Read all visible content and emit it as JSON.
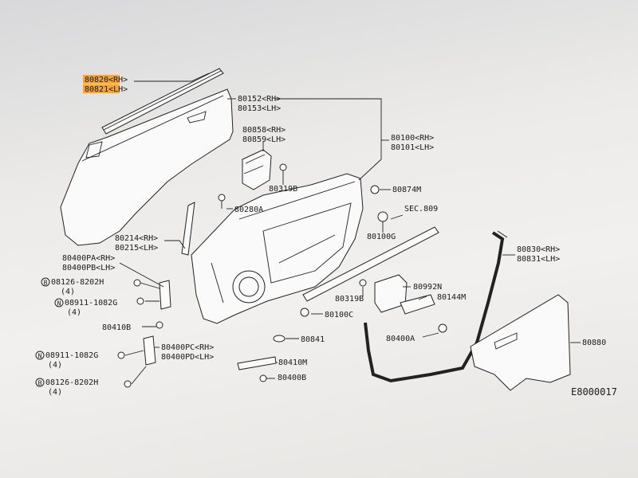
{
  "diagram": {
    "code": "E8000017",
    "labels": [
      {
        "id": "lbl-80820",
        "text": "80820<RH>",
        "highlighted": true
      },
      {
        "id": "lbl-80821",
        "text": "80821<LH>",
        "highlighted": true
      },
      {
        "id": "lbl-80152",
        "text": "80152<RH>"
      },
      {
        "id": "lbl-80153",
        "text": "80153<LH>"
      },
      {
        "id": "lbl-80858",
        "text": "80858<RH>"
      },
      {
        "id": "lbl-80859",
        "text": "80859<LH>"
      },
      {
        "id": "lbl-80319b-top",
        "text": "80319B"
      },
      {
        "id": "lbl-80100",
        "text": "80100<RH>"
      },
      {
        "id": "lbl-80101",
        "text": "80101<LH>"
      },
      {
        "id": "lbl-80874m",
        "text": "80874M"
      },
      {
        "id": "lbl-80280a",
        "text": "80280A"
      },
      {
        "id": "lbl-sec809",
        "text": "SEC.809"
      },
      {
        "id": "lbl-80100g",
        "text": "80100G"
      },
      {
        "id": "lbl-80214",
        "text": "80214<RH>"
      },
      {
        "id": "lbl-80215",
        "text": "80215<LH>"
      },
      {
        "id": "lbl-80830",
        "text": "80830<RH>"
      },
      {
        "id": "lbl-80831",
        "text": "80831<LH>"
      },
      {
        "id": "lbl-80400pa",
        "text": "80400PA<RH>"
      },
      {
        "id": "lbl-80400pb",
        "text": "80400PB<LH>"
      },
      {
        "id": "lbl-08126-top",
        "text": "08126-8202H"
      },
      {
        "id": "lbl-qty4-a",
        "text": "(4)"
      },
      {
        "id": "lbl-08911-top",
        "text": "08911-1082G"
      },
      {
        "id": "lbl-qty4-b",
        "text": "(4)"
      },
      {
        "id": "lbl-80992n",
        "text": "80992N"
      },
      {
        "id": "lbl-80319b-mid",
        "text": "80319B"
      },
      {
        "id": "lbl-80144m",
        "text": "80144M"
      },
      {
        "id": "lbl-80410b",
        "text": "80410B"
      },
      {
        "id": "lbl-80100c",
        "text": "80100C"
      },
      {
        "id": "lbl-80400a",
        "text": "80400A"
      },
      {
        "id": "lbl-80841",
        "text": "80841"
      },
      {
        "id": "lbl-80880",
        "text": "80880"
      },
      {
        "id": "lbl-80400pc",
        "text": "80400PC<RH>"
      },
      {
        "id": "lbl-80400pd",
        "text": "80400PD<LH>"
      },
      {
        "id": "lbl-08911-bot",
        "text": "08911-1082G"
      },
      {
        "id": "lbl-qty4-c",
        "text": "(4)"
      },
      {
        "id": "lbl-80410m",
        "text": "80410M"
      },
      {
        "id": "lbl-80400b",
        "text": "80400B"
      },
      {
        "id": "lbl-08126-bot",
        "text": "08126-8202H"
      },
      {
        "id": "lbl-qty4-d",
        "text": "(4)"
      }
    ],
    "prefix_marks": [
      "B",
      "N",
      "N",
      "B"
    ]
  },
  "colors": {
    "highlight": "#f3a63a",
    "ink": "#1a1a1a"
  }
}
